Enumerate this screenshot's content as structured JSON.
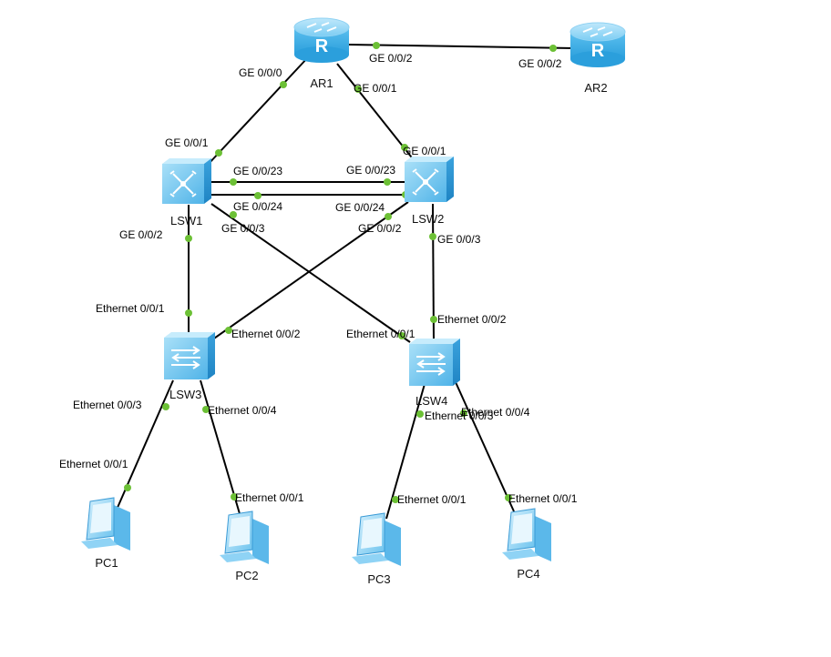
{
  "devices": [
    {
      "id": "AR1",
      "label": "AR1",
      "kind": "router",
      "icon": "router-icon"
    },
    {
      "id": "AR2",
      "label": "AR2",
      "kind": "router",
      "icon": "router-icon"
    },
    {
      "id": "LSW1",
      "label": "LSW1",
      "kind": "l3switch",
      "icon": "l3-switch-icon"
    },
    {
      "id": "LSW2",
      "label": "LSW2",
      "kind": "l3switch",
      "icon": "l3-switch-icon"
    },
    {
      "id": "LSW3",
      "label": "LSW3",
      "kind": "l2switch",
      "icon": "l2-switch-icon"
    },
    {
      "id": "LSW4",
      "label": "LSW4",
      "kind": "l2switch",
      "icon": "l2-switch-icon"
    },
    {
      "id": "PC1",
      "label": "PC1",
      "kind": "pc",
      "icon": "pc-icon"
    },
    {
      "id": "PC2",
      "label": "PC2",
      "kind": "pc",
      "icon": "pc-icon"
    },
    {
      "id": "PC3",
      "label": "PC3",
      "kind": "pc",
      "icon": "pc-icon"
    },
    {
      "id": "PC4",
      "label": "PC4",
      "kind": "pc",
      "icon": "pc-icon"
    }
  ],
  "links": [
    {
      "from": "AR1",
      "from_port": "GE 0/0/2",
      "to": "AR2",
      "to_port": "GE 0/0/2"
    },
    {
      "from": "AR1",
      "from_port": "GE 0/0/0",
      "to": "LSW1",
      "to_port": "GE 0/0/1"
    },
    {
      "from": "AR1",
      "from_port": "GE 0/0/1",
      "to": "LSW2",
      "to_port": "GE 0/0/1"
    },
    {
      "from": "LSW1",
      "from_port": "GE 0/0/23",
      "to": "LSW2",
      "to_port": "GE 0/0/23"
    },
    {
      "from": "LSW1",
      "from_port": "GE 0/0/24",
      "to": "LSW2",
      "to_port": "GE 0/0/24"
    },
    {
      "from": "LSW1",
      "from_port": "GE 0/0/2",
      "to": "LSW3",
      "to_port": "Ethernet 0/0/1"
    },
    {
      "from": "LSW1",
      "from_port": "GE 0/0/3",
      "to": "LSW4",
      "to_port": "Ethernet 0/0/1"
    },
    {
      "from": "LSW2",
      "from_port": "GE 0/0/2",
      "to": "LSW3",
      "to_port": "Ethernet 0/0/2"
    },
    {
      "from": "LSW2",
      "from_port": "GE 0/0/3",
      "to": "LSW4",
      "to_port": "Ethernet 0/0/2"
    },
    {
      "from": "LSW3",
      "from_port": "Ethernet 0/0/3",
      "to": "PC1",
      "to_port": "Ethernet 0/0/1"
    },
    {
      "from": "LSW3",
      "from_port": "Ethernet 0/0/4",
      "to": "PC2",
      "to_port": "Ethernet 0/0/1"
    },
    {
      "from": "LSW4",
      "from_port": "Ethernet 0/0/3",
      "to": "PC3",
      "to_port": "Ethernet 0/0/1"
    },
    {
      "from": "LSW4",
      "from_port": "Ethernet 0/0/4",
      "to": "PC4",
      "to_port": "Ethernet 0/0/1"
    }
  ],
  "colors": {
    "link": "#000000",
    "port_dot": "#6cc035",
    "device_blue": "#4fb3e8"
  }
}
